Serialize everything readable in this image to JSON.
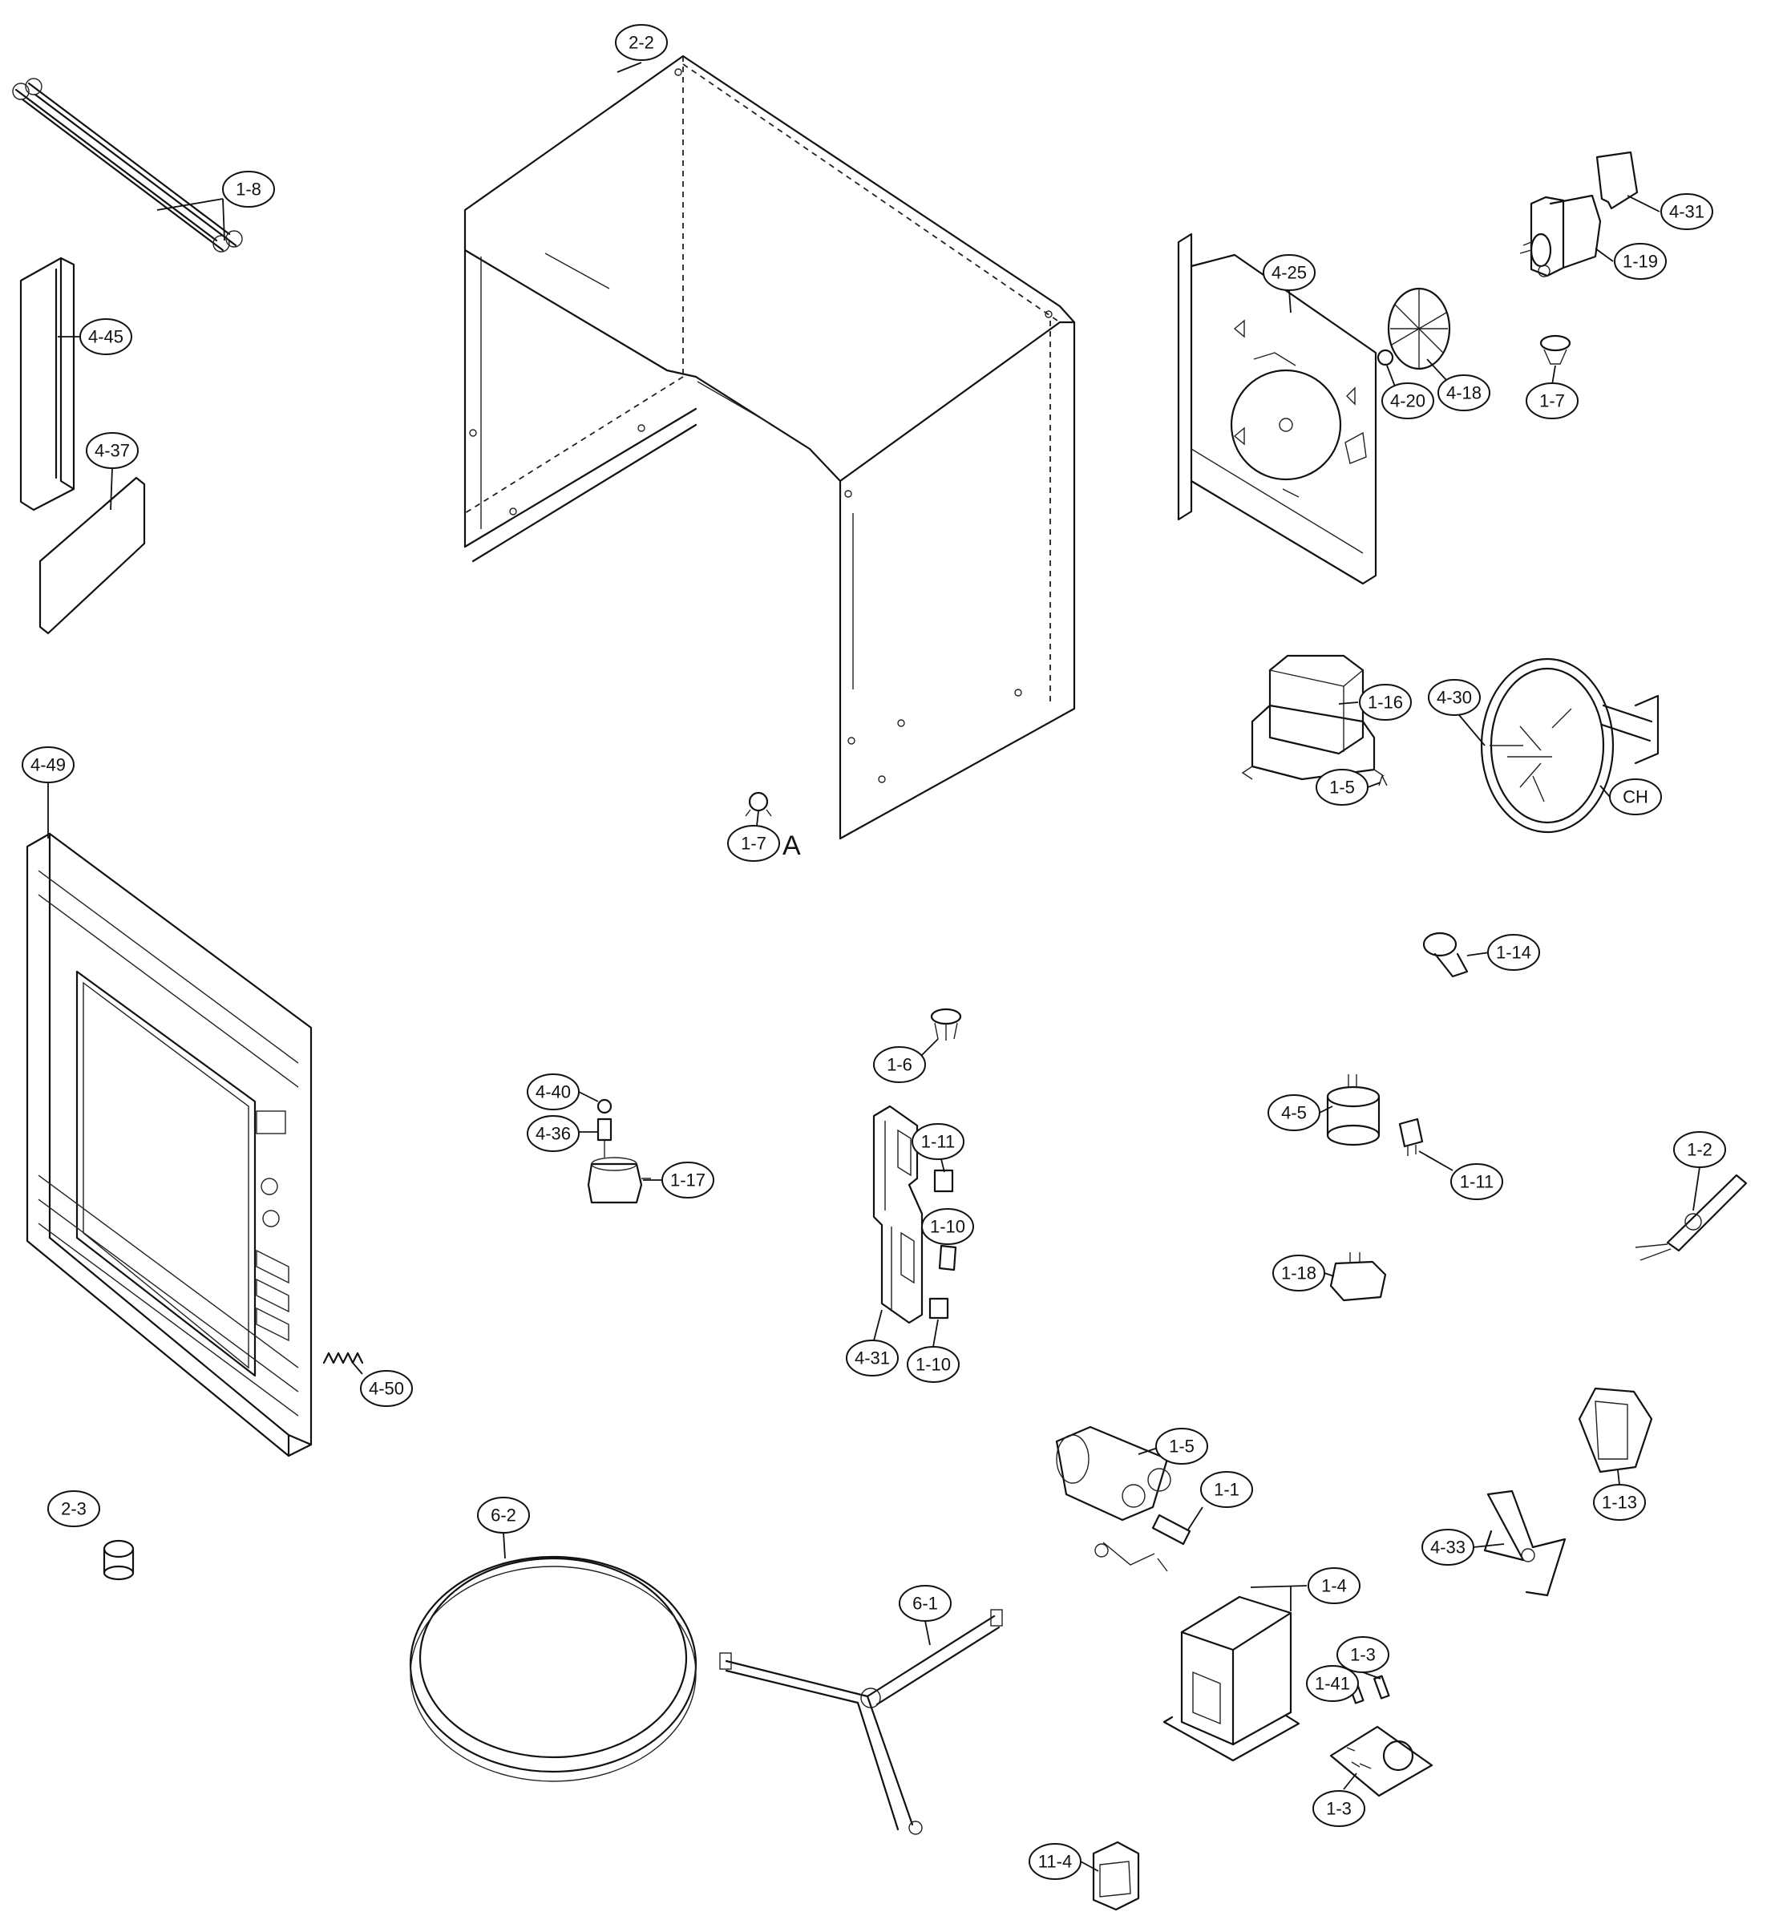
{
  "callouts": {
    "c_2_2": "2-2",
    "c_1_8": "1-8",
    "c_4_45": "4-45",
    "c_4_37": "4-37",
    "c_4_49": "4-49",
    "c_4_50": "4-50",
    "c_2_3": "2-3",
    "c_6_2": "6-2",
    "c_6_1": "6-1",
    "c_4_40": "4-40",
    "c_4_36": "4-36",
    "c_1_17": "1-17",
    "c_1_7_a": "1-7",
    "c_1_6": "1-6",
    "c_1_11_a": "1-11",
    "c_1_10_a": "1-10",
    "c_4_31_a": "4-31",
    "c_1_10_b": "1-10",
    "c_4_25": "4-25",
    "c_4_20": "4-20",
    "c_4_18": "4-18",
    "c_4_31_b": "4-31",
    "c_1_19": "1-19",
    "c_1_7_b": "1-7",
    "c_1_16": "1-16",
    "c_1_5_a": "1-5",
    "c_4_30": "4-30",
    "c_ch": "CH",
    "c_1_14": "1-14",
    "c_4_5": "4-5",
    "c_1_11_b": "1-11",
    "c_1_2": "1-2",
    "c_1_18": "1-18",
    "c_1_13": "1-13",
    "c_1_5_b": "1-5",
    "c_1_1": "1-1",
    "c_4_33": "4-33",
    "c_1_4": "1-4",
    "c_1_3_a": "1-3",
    "c_1_41": "1-41",
    "c_1_3_b": "1-3",
    "c_11_4": "11-4"
  },
  "marker_letter": "A"
}
